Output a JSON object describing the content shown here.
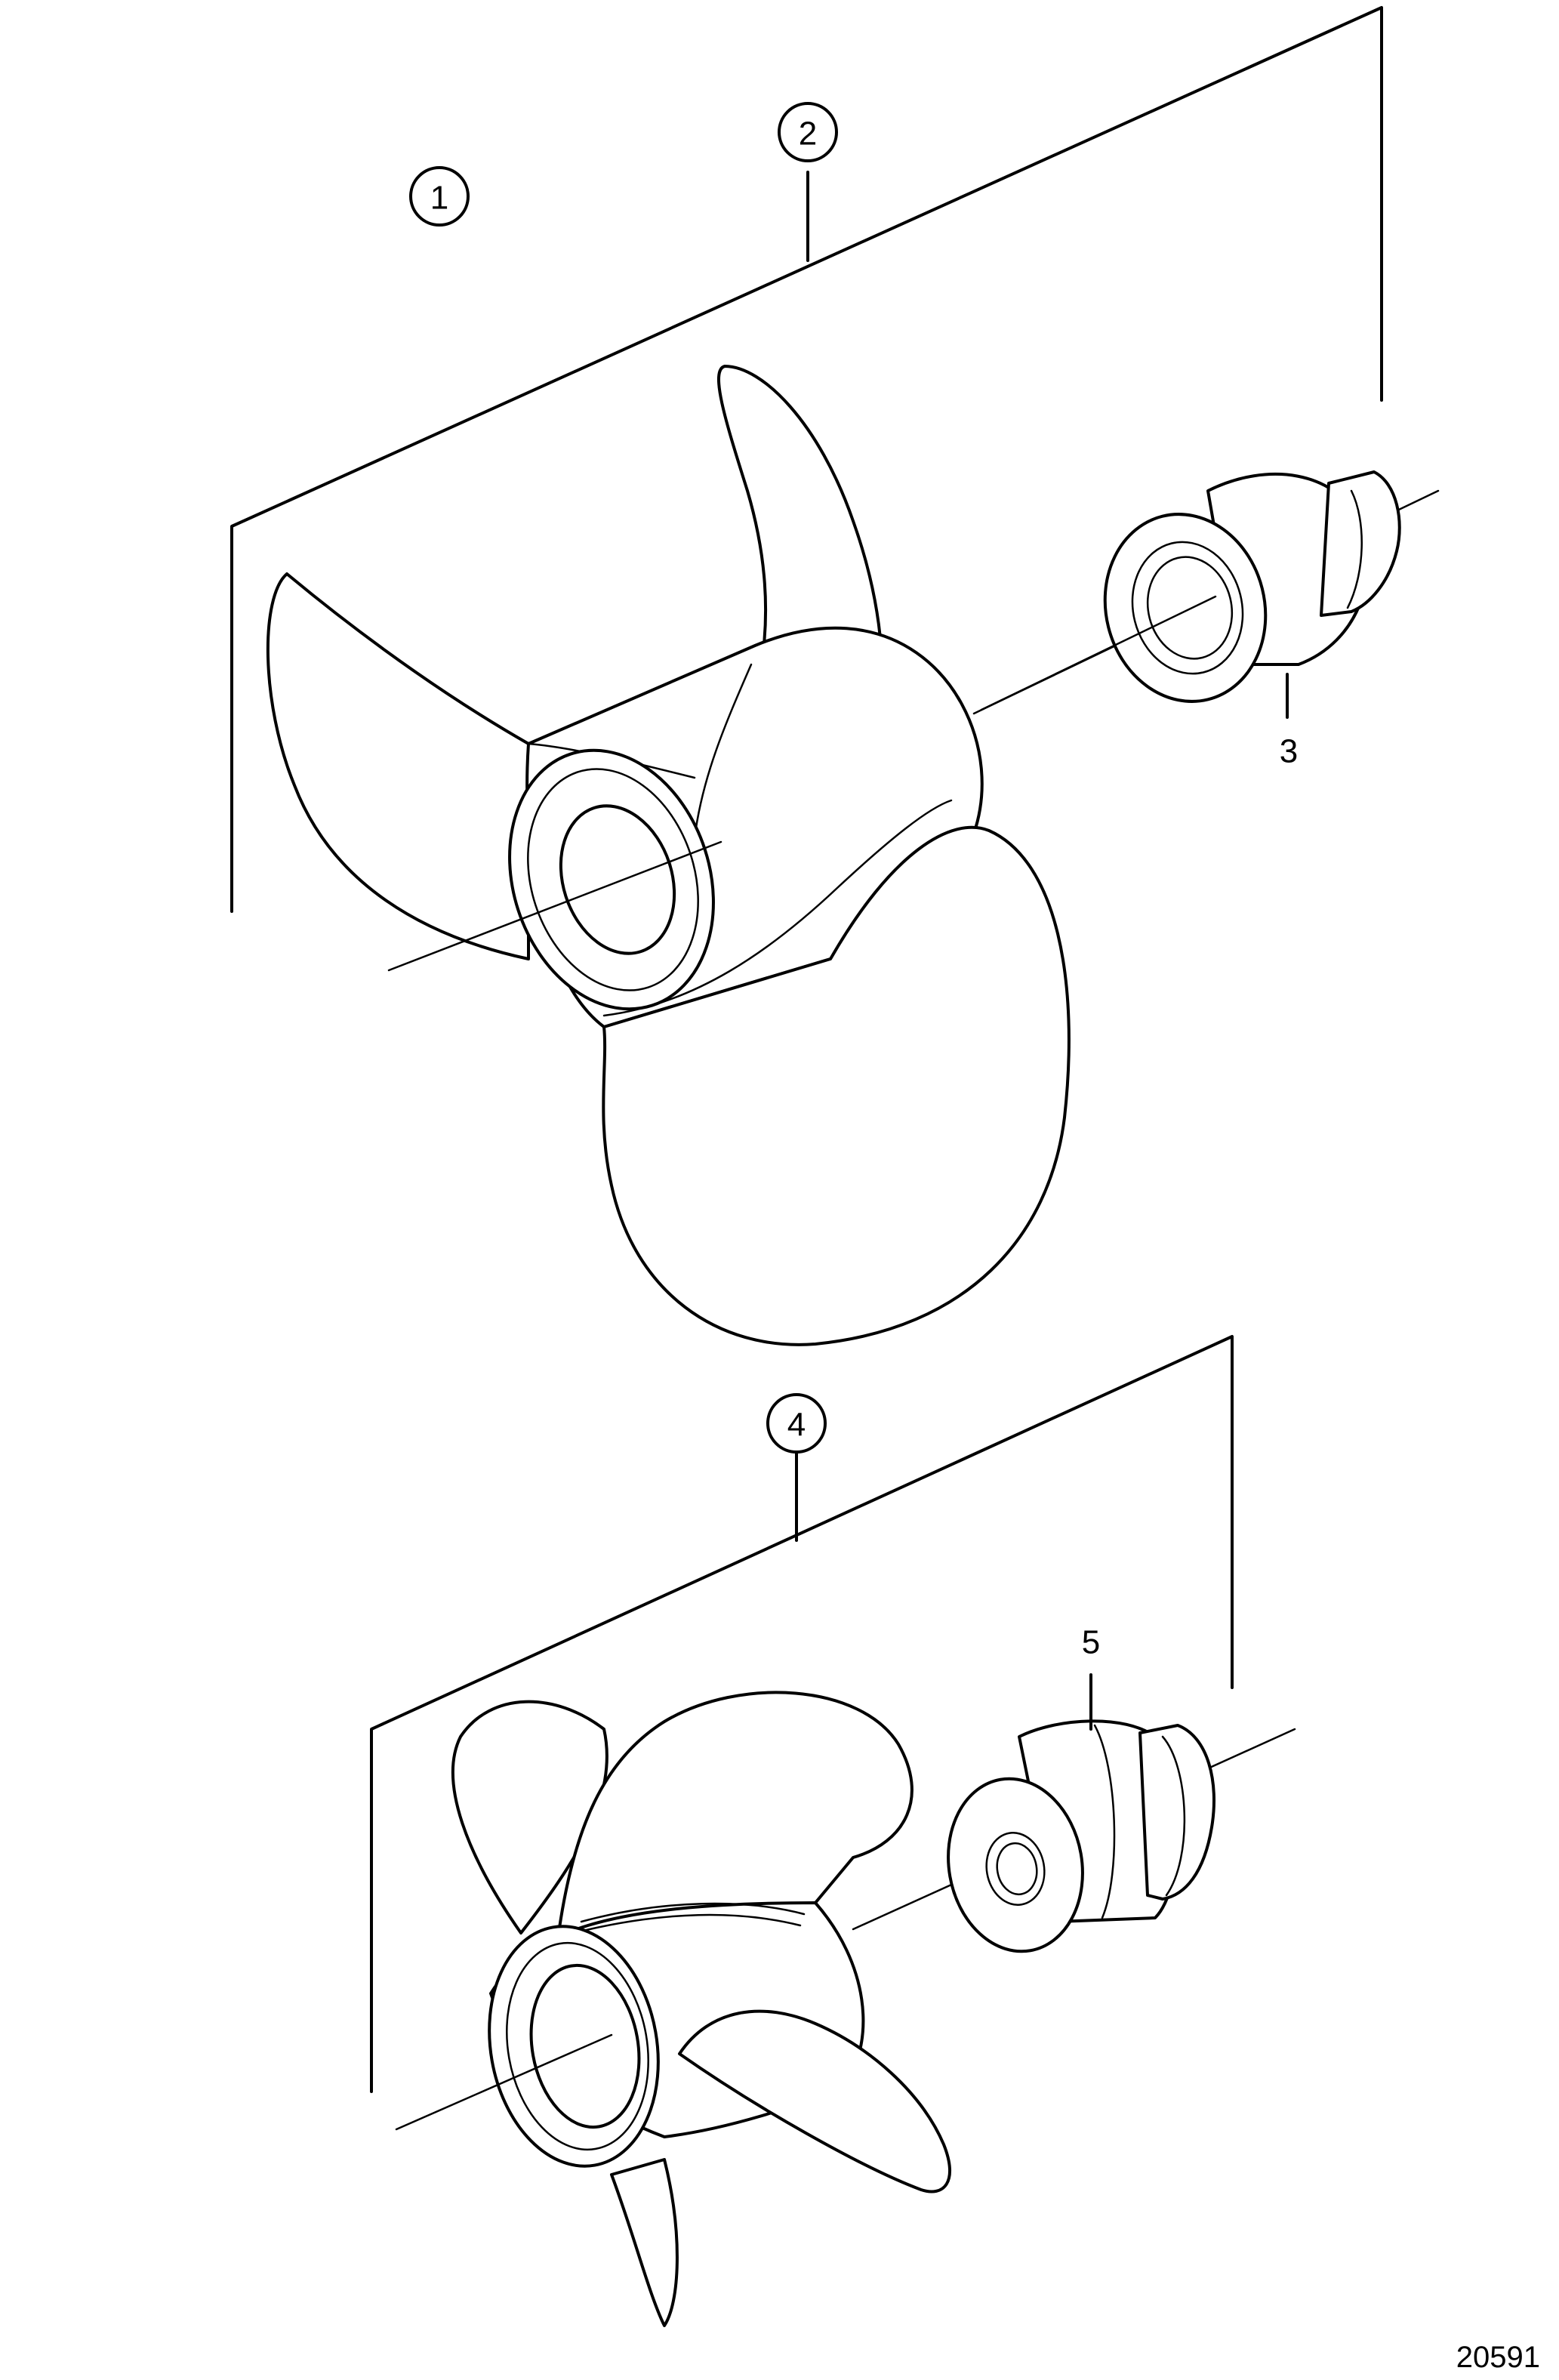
{
  "callouts": {
    "c1": "1",
    "c2": "2",
    "c3": "3",
    "c4": "4",
    "c5": "5"
  },
  "figure_number": "20591"
}
